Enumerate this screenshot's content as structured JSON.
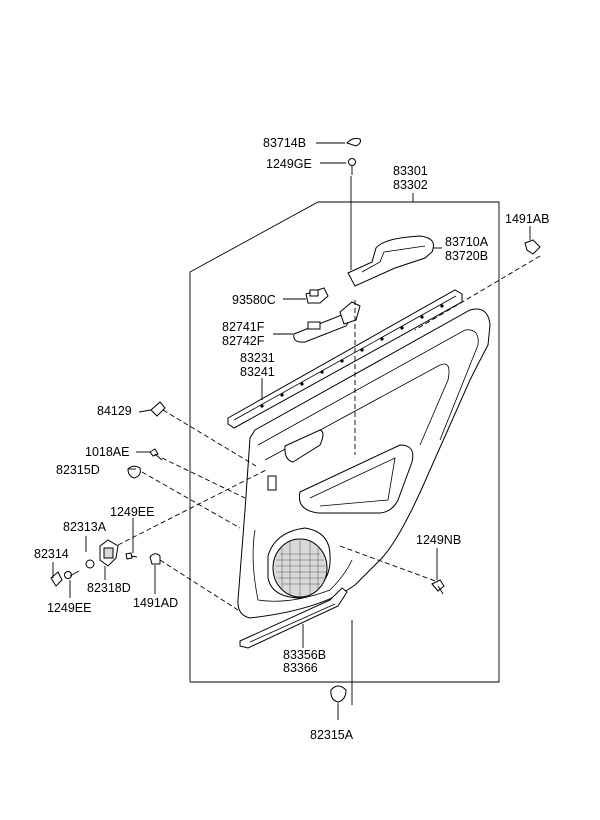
{
  "diagram": {
    "labels": {
      "p83714B": "83714B",
      "p1249GE": "1249GE",
      "p83301": "83301",
      "p83302": "83302",
      "p1491AB": "1491AB",
      "p83710A": "83710A",
      "p83720B": "83720B",
      "p93580C": "93580C",
      "p82741F": "82741F",
      "p82742F": "82742F",
      "p83231": "83231",
      "p83241": "83241",
      "p84129": "84129",
      "p1018AE": "1018AE",
      "p82315D": "82315D",
      "p1249EE_a": "1249EE",
      "p82313A": "82313A",
      "p82314": "82314",
      "p82318D": "82318D",
      "p1249EE_b": "1249EE",
      "p1491AD": "1491AD",
      "p1249NB": "1249NB",
      "p83356B": "83356B",
      "p83366": "83366",
      "p82315A": "82315A"
    }
  }
}
